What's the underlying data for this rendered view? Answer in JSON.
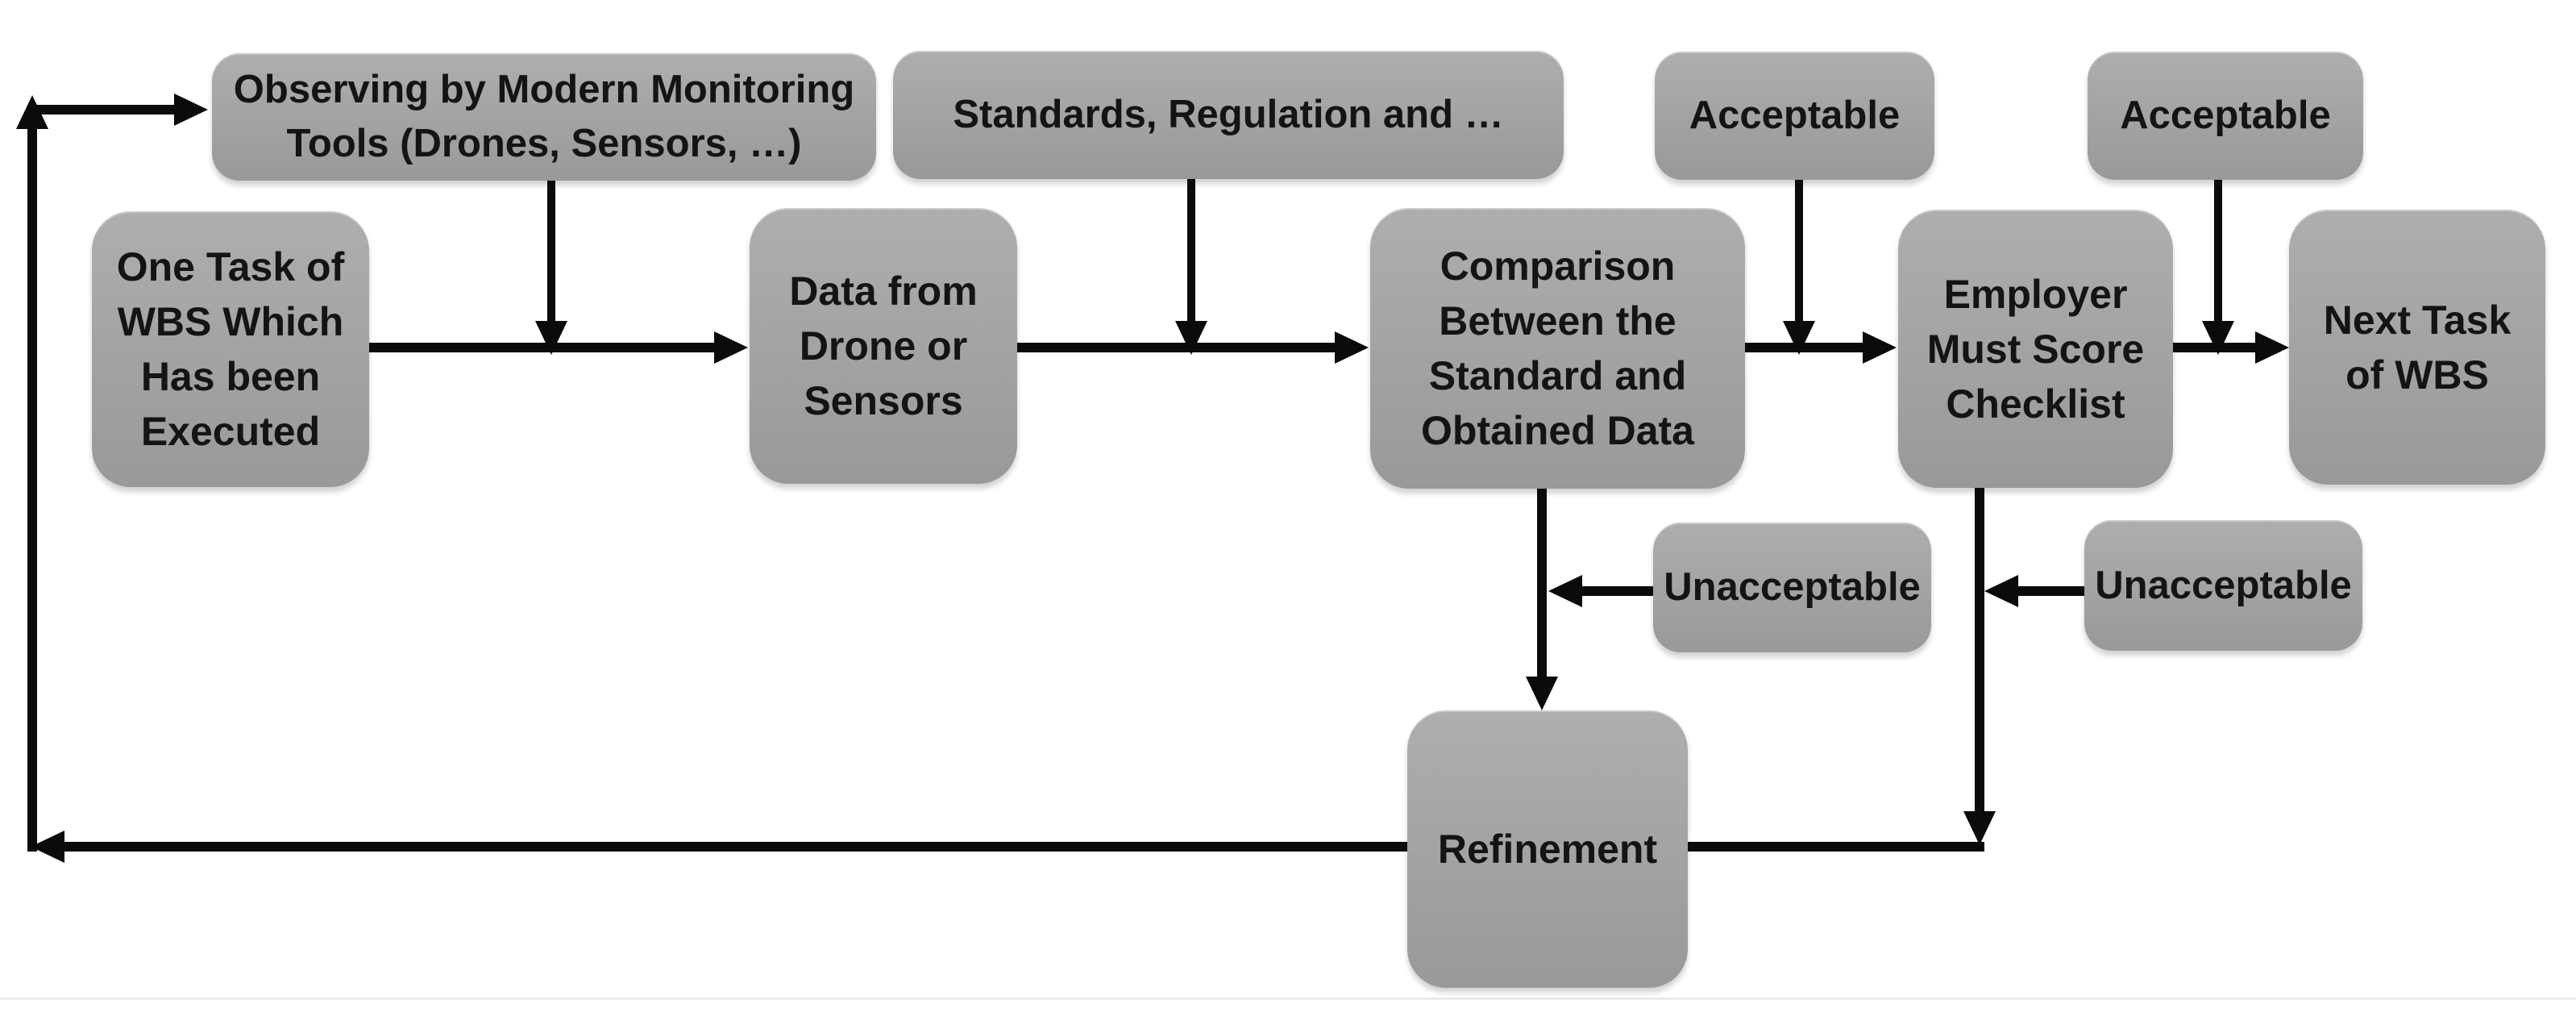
{
  "colors": {
    "box_top": "#aeaeae",
    "box_bottom": "#999999",
    "box_rim": "#c9c9c9",
    "line": "#0b0b0b",
    "text": "#141414",
    "background": "#ffffff",
    "divider": "#ebebeb"
  },
  "nodes": {
    "observing": {
      "label": "Observing by Modern Monitoring\nTools (Drones, Sensors, …)"
    },
    "standards": {
      "label": "Standards, Regulation and …"
    },
    "acceptable_1": {
      "label": "Acceptable"
    },
    "acceptable_2": {
      "label": "Acceptable"
    },
    "one_task": {
      "label": "One Task of\nWBS Which\nHas been\nExecuted"
    },
    "data_from": {
      "label": "Data from\nDrone or\nSensors"
    },
    "comparison": {
      "label": "Comparison\nBetween the\nStandard and\nObtained Data"
    },
    "employer": {
      "label": "Employer\nMust Score\nChecklist"
    },
    "next_task": {
      "label": "Next Task\nof WBS"
    },
    "unacceptable_1": {
      "label": "Unacceptable"
    },
    "unacceptable_2": {
      "label": "Unacceptable"
    },
    "refinement": {
      "label": "Refinement"
    }
  },
  "edges": [
    {
      "from": "one_task",
      "to": "data_from"
    },
    {
      "from": "observing",
      "to": "data_from"
    },
    {
      "from": "data_from",
      "to": "comparison"
    },
    {
      "from": "standards",
      "to": "comparison"
    },
    {
      "from": "comparison",
      "to": "employer"
    },
    {
      "from": "acceptable_1",
      "to": "employer"
    },
    {
      "from": "employer",
      "to": "next_task"
    },
    {
      "from": "acceptable_2",
      "to": "next_task"
    },
    {
      "from": "comparison",
      "to": "refinement"
    },
    {
      "from": "unacceptable_1",
      "to": "refinement"
    },
    {
      "from": "employer",
      "to": "refinement"
    },
    {
      "from": "unacceptable_2",
      "to": "refinement"
    },
    {
      "from": "refinement",
      "to": "observing"
    }
  ]
}
